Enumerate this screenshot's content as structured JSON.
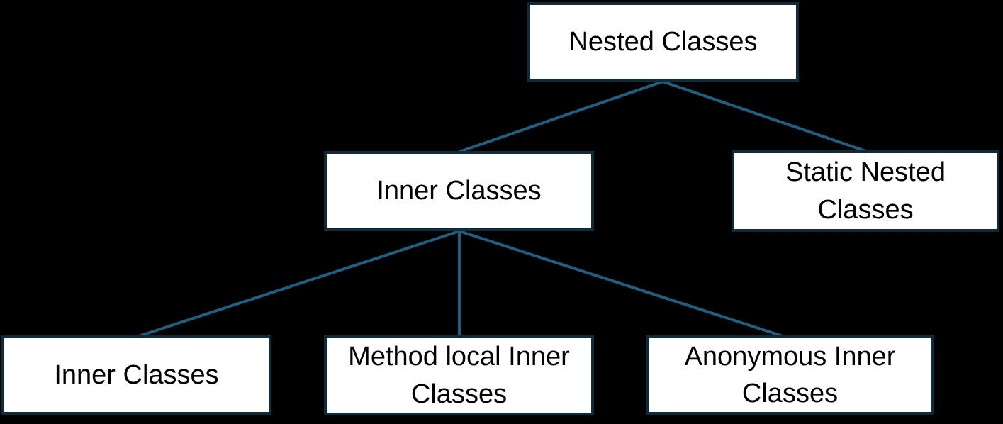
{
  "diagram": {
    "type": "tree",
    "nodes": [
      {
        "id": "nested-classes",
        "label": "Nested Classes"
      },
      {
        "id": "inner-classes",
        "label": "Inner Classes"
      },
      {
        "id": "static-nested-classes",
        "label": "Static Nested Classes"
      },
      {
        "id": "inner-classes-leaf",
        "label": "Inner Classes"
      },
      {
        "id": "method-local-inner-classes",
        "label": "Method local Inner Classes"
      },
      {
        "id": "anonymous-inner-classes",
        "label": "Anonymous Inner Classes"
      }
    ],
    "edges": [
      {
        "from": "nested-classes",
        "to": "inner-classes"
      },
      {
        "from": "nested-classes",
        "to": "static-nested-classes"
      },
      {
        "from": "inner-classes",
        "to": "inner-classes-leaf"
      },
      {
        "from": "inner-classes",
        "to": "method-local-inner-classes"
      },
      {
        "from": "inner-classes",
        "to": "anonymous-inner-classes"
      }
    ],
    "colors": {
      "background": "#000000",
      "box_fill": "#FFFFFF",
      "box_border": "#0D2B3A",
      "edge_line": "#1F5F7F",
      "text": "#000000"
    }
  }
}
